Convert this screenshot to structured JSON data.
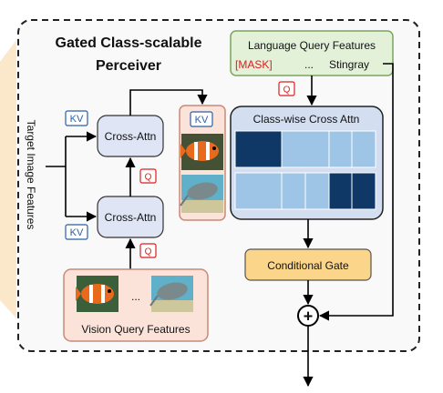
{
  "title_line1": "Gated Class-scalable",
  "title_line2": "Perceiver",
  "side_label": "Target Image Features",
  "kv_tag": "KV",
  "q_tag": "Q",
  "cross_attn_label": "Cross-Attn",
  "ellipsis": "...",
  "vision_query_label": "Vision Query Features",
  "language_query_title": "Language Query Features",
  "mask_token": "[MASK]",
  "stingray_token": "Stingray",
  "class_wise_title": "Class-wise Cross Attn",
  "conditional_gate_label": "Conditional Gate",
  "plus_symbol": "+",
  "colors": {
    "outer_fill": "#f9f9f9",
    "lang_fill": "#e3f1d9",
    "lang_stroke": "#7aa65c",
    "vision_fill": "#fbe3da",
    "vision_stroke": "#c88a78",
    "cross_attn_fill": "#dfe5f5",
    "class_fill": "#d4def1",
    "gate_fill": "#fbd58a",
    "attn_light": "#9ec4e6",
    "attn_dark": "#0f3866",
    "red_text": "#d62020",
    "blue_text": "#2a5fa8",
    "left_strip": "#fbe7c9"
  },
  "icons": [
    "clownfish-icon",
    "stingray-icon"
  ]
}
